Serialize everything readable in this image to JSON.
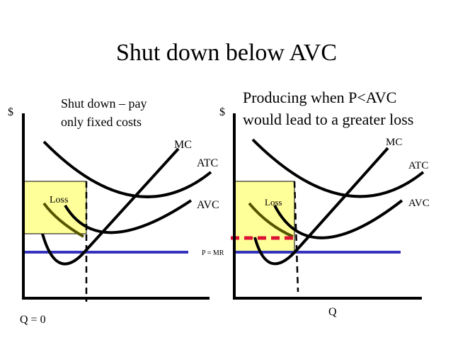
{
  "slide": {
    "title": "Shut down below AVC",
    "left_panel": {
      "y_axis_label": "$",
      "note_line1": "Shut down – pay",
      "note_line2": "only fixed costs",
      "curve_labels": {
        "mc": "MC",
        "atc": "ATC",
        "avc": "AVC"
      },
      "loss_label": "Loss",
      "x_label": "Q = 0"
    },
    "right_panel": {
      "y_axis_label": "$",
      "note_line1": "Producing when P<AVC",
      "note_line2": "would lead to a greater loss",
      "curve_labels": {
        "mc": "MC",
        "atc": "ATC",
        "avc": "AVC"
      },
      "loss_label": "Loss",
      "price_label": "P = MR",
      "x_label": "Q"
    }
  },
  "colors": {
    "curves": "#000000",
    "price_line": "#3333bb",
    "loss_box": "#ffff99",
    "mc_lower_arm": "#555500",
    "loss_indicator": "#dd1133"
  }
}
